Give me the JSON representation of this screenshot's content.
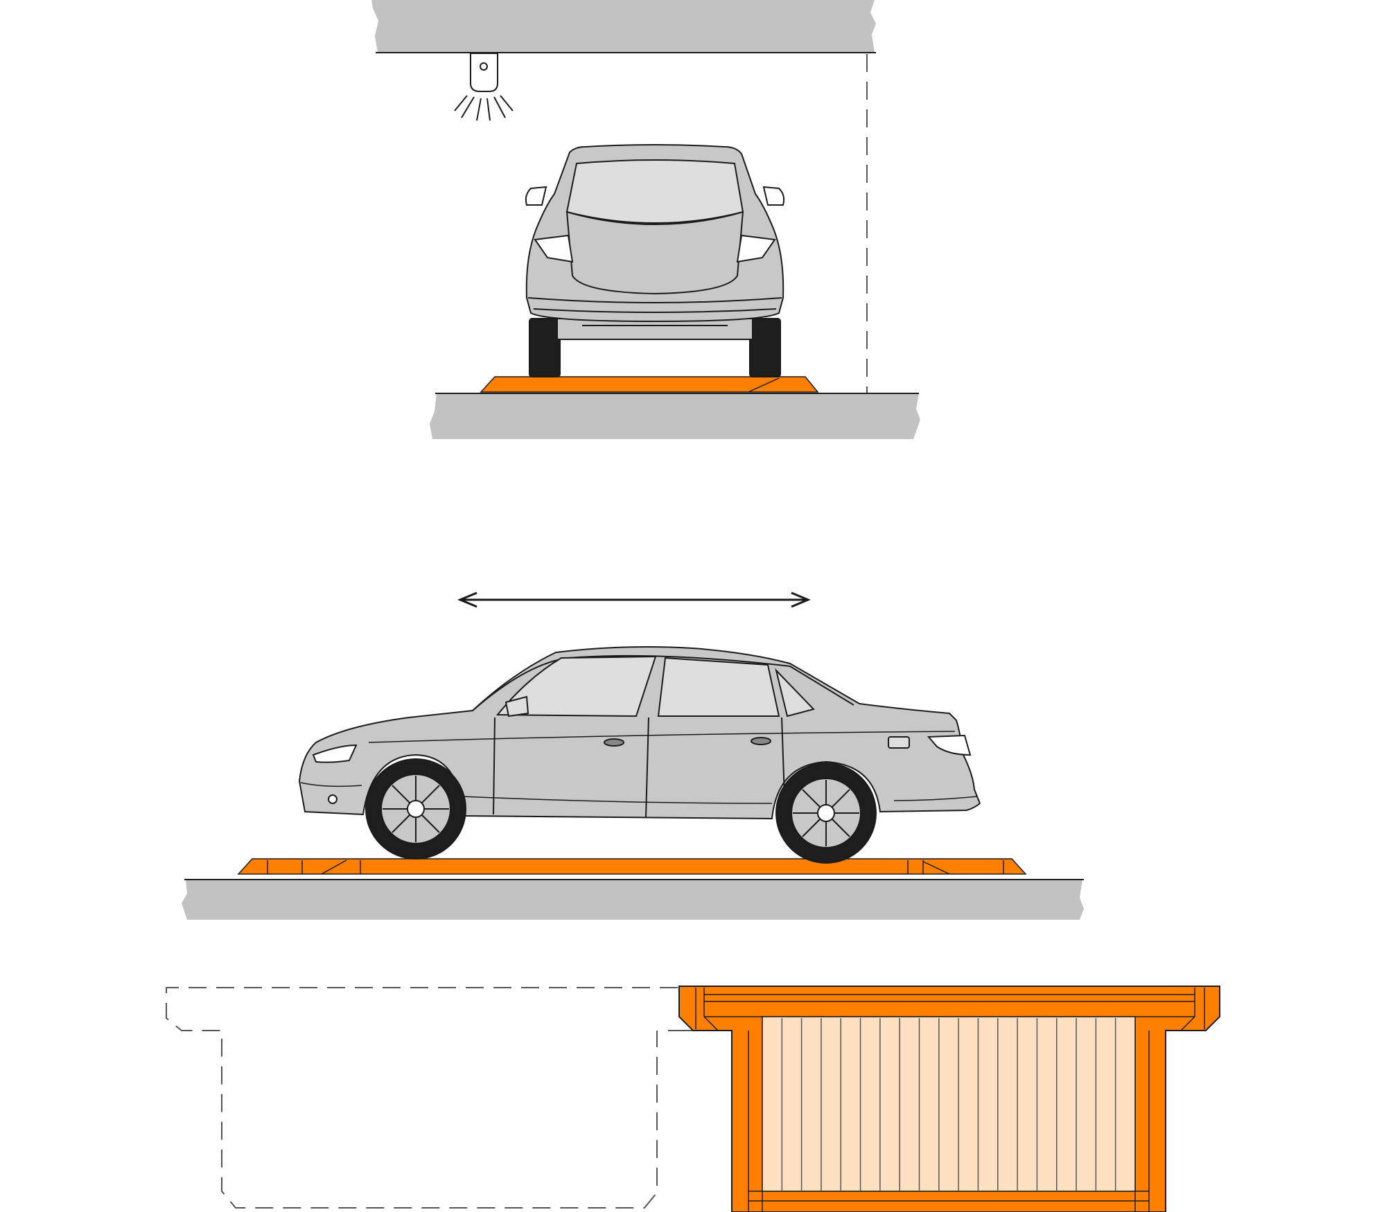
{
  "colors": {
    "concrete": "#c2c2c2",
    "platform_orange": "#ff8000",
    "platform_light": "#fde0c2",
    "car_body": "#c8c8c8",
    "car_glass": "#dedede",
    "tire": "#1e1e1e",
    "line": "#1a1a1a",
    "dashed_line": "#555555"
  },
  "views": {
    "front": {
      "name": "front-elevation",
      "icon": "sprinkler-icon"
    },
    "side": {
      "name": "side-elevation",
      "motion": "double-arrow-icon"
    },
    "plan": {
      "name": "plan-view",
      "slat_count": 18
    }
  }
}
